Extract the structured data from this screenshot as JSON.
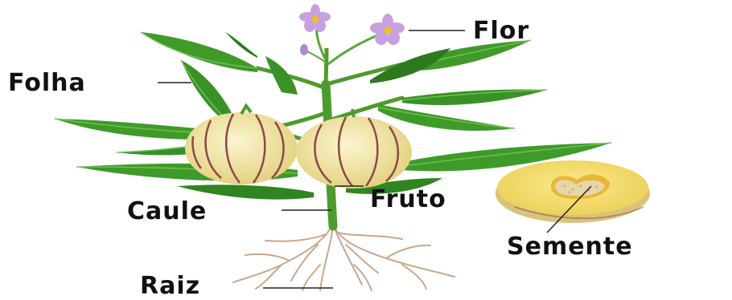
{
  "labels": {
    "flower": "Flor",
    "leaf": "Folha",
    "fruit": "Fruto",
    "stem": "Caule",
    "seed": "Semente",
    "root": "Raiz"
  },
  "colors": {
    "leaf": "#3f9a2a",
    "leaf_dark": "#2c7a1d",
    "leaf_vein": "#6cc24a",
    "stem": "#4f9a2e",
    "fruit": "#f2e6a6",
    "fruit_stripe": "#8b4a4a",
    "fruit_cut": "#f5e37a",
    "seed": "#e8d6a8",
    "petal": "#c7a0e0",
    "flower_center": "#f2c500",
    "root": "#c8a88c",
    "label_line": "#222222"
  }
}
